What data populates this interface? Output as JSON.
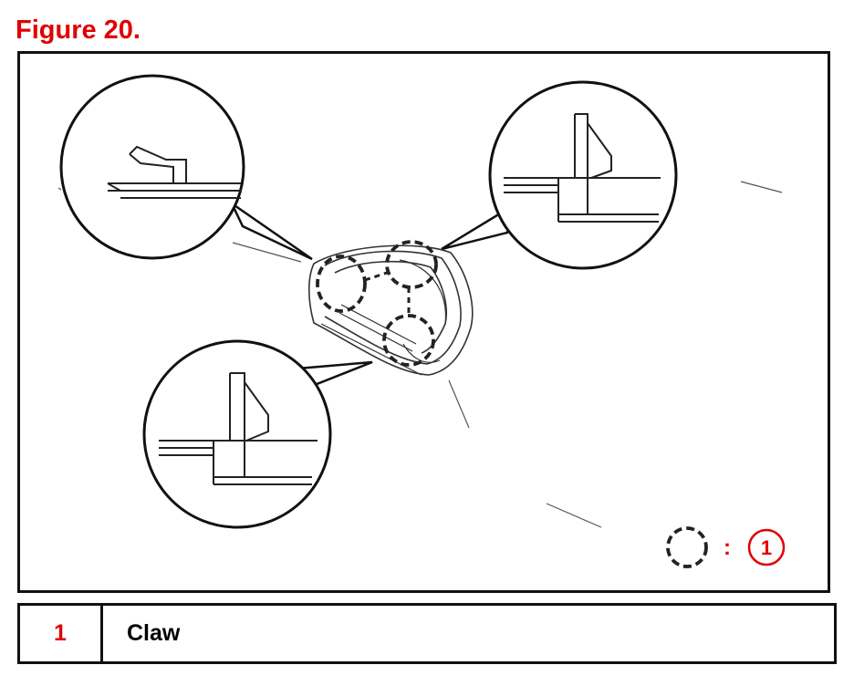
{
  "figure": {
    "title": "Figure 20."
  },
  "key": {
    "colon": ":",
    "number": "1"
  },
  "legend": {
    "rows": [
      {
        "number": "1",
        "label": "Claw"
      }
    ]
  },
  "colors": {
    "accent_red": "#e00000",
    "line": "#111111"
  },
  "icons": {
    "key_marker": "dashed-circle-icon",
    "callout_number": "circled-number-icon"
  }
}
